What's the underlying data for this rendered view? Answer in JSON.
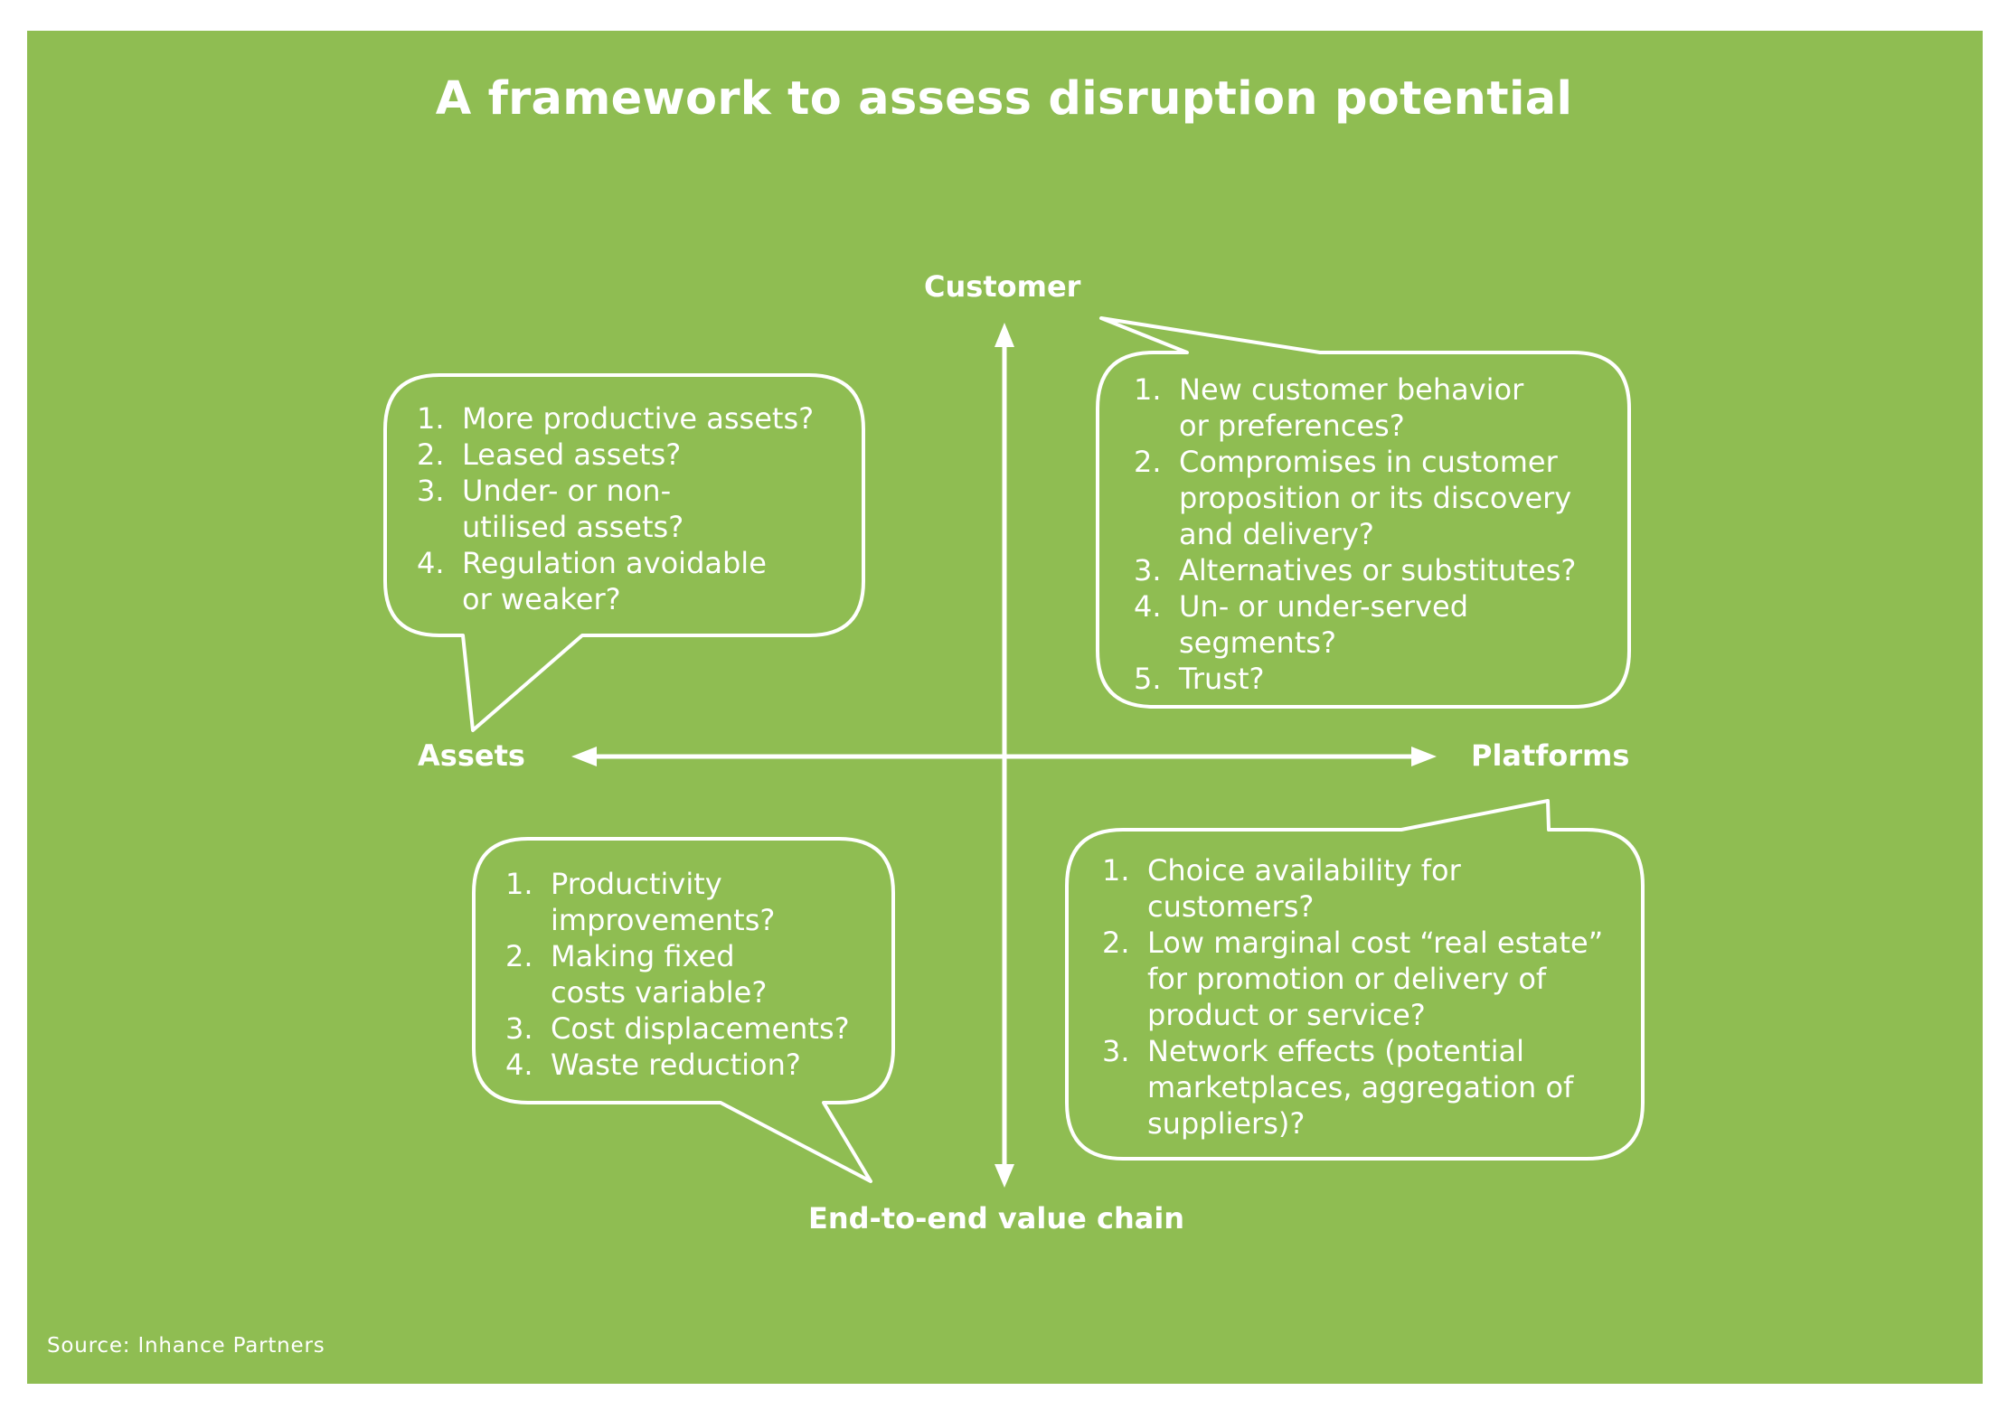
{
  "title": "A framework to assess disruption potential",
  "axes": {
    "top": "Customer",
    "bottom": "End-to-end value chain",
    "left": "Assets",
    "right": "Platforms"
  },
  "colors": {
    "background": "#8fbd52",
    "foreground": "#ffffff"
  },
  "bubbles": {
    "assets": {
      "items": [
        {
          "num": "1.",
          "text": "More productive assets?"
        },
        {
          "num": "2.",
          "text": "Leased assets?"
        },
        {
          "num": "3.",
          "text": "Under- or non-utilised assets?"
        },
        {
          "num": "4.",
          "text": "Regulation avoidable or weaker?"
        }
      ]
    },
    "customer": {
      "items": [
        {
          "num": "1.",
          "text": "New customer behavior or preferences?"
        },
        {
          "num": "2.",
          "text": "Compromises in customer proposition or its discovery and delivery?"
        },
        {
          "num": "3.",
          "text": "Alternatives or substitutes?"
        },
        {
          "num": "4.",
          "text": "Un- or under-served segments?"
        },
        {
          "num": "5.",
          "text": "Trust?"
        }
      ]
    },
    "value_chain": {
      "items": [
        {
          "num": "1.",
          "text": "Productivity improvements?"
        },
        {
          "num": "2.",
          "text": "Making fixed costs variable?"
        },
        {
          "num": "3.",
          "text": "Cost displacements?"
        },
        {
          "num": "4.",
          "text": "Waste reduction?"
        }
      ]
    },
    "platforms": {
      "items": [
        {
          "num": "1.",
          "text": "Choice availability for customers?"
        },
        {
          "num": "2.",
          "text": "Low marginal cost “real estate” for promotion or delivery of product or service?"
        },
        {
          "num": "3.",
          "text": "Network effects (potential marketplaces, aggregation of suppliers)?"
        }
      ]
    }
  },
  "source": "Source: Inhance Partners"
}
